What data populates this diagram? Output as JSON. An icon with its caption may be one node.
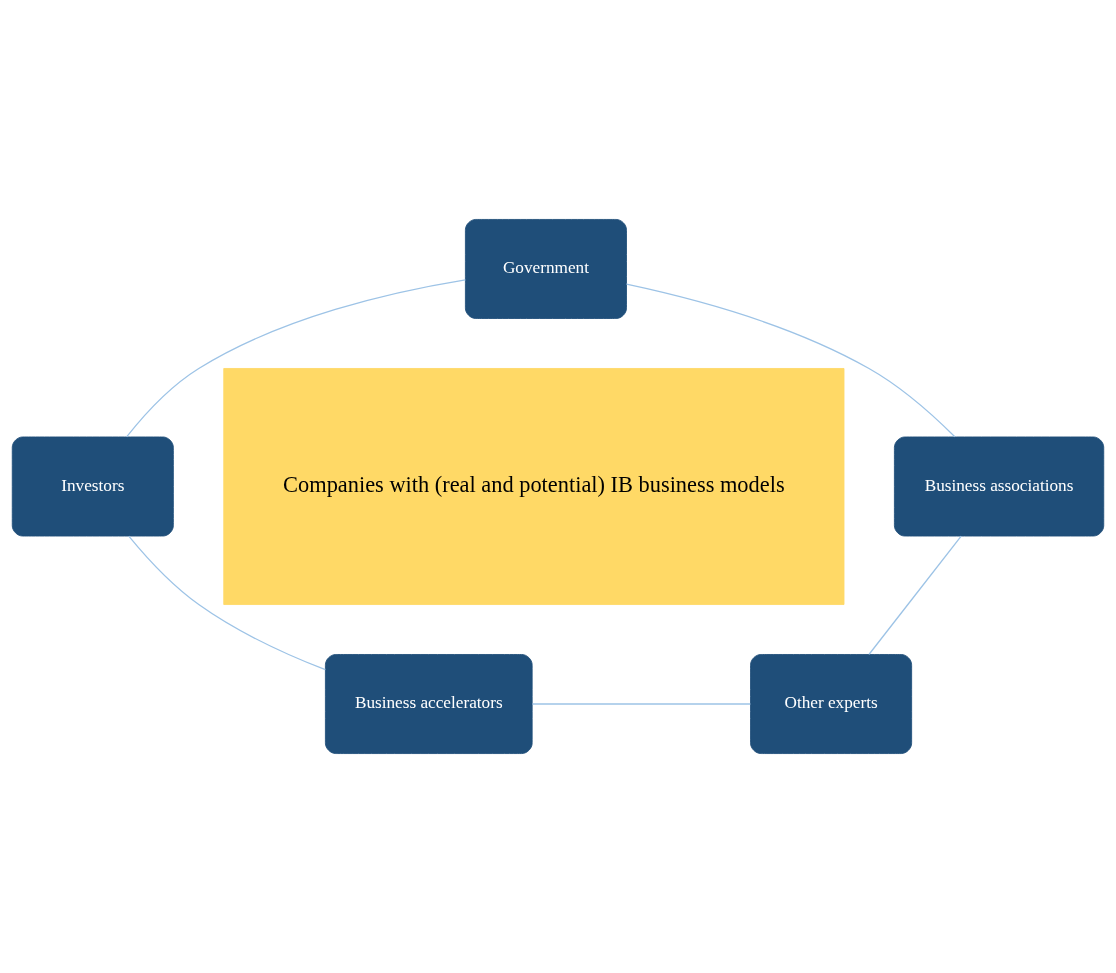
{
  "diagram": {
    "nodes": [
      {
        "text": [
          "Government"
        ]
      },
      {
        "text": [
          "Investors"
        ]
      },
      {
        "text": [
          "Companies with (real and potential) IB business models"
        ]
      },
      {
        "text": [
          "Business associations"
        ]
      },
      {
        "text": [
          "Business accelerators"
        ]
      },
      {
        "text": [
          "Other experts"
        ]
      }
    ],
    "edges": [
      {
        "from": 0,
        "to": 3,
        "arrow": "none"
      },
      {
        "from": 3,
        "to": 5,
        "arrow": "none"
      },
      {
        "from": 5,
        "to": 4,
        "arrow": "none"
      },
      {
        "from": 4,
        "to": 1,
        "arrow": "none"
      },
      {
        "from": 1,
        "to": 0,
        "arrow": "none"
      }
    ]
  }
}
